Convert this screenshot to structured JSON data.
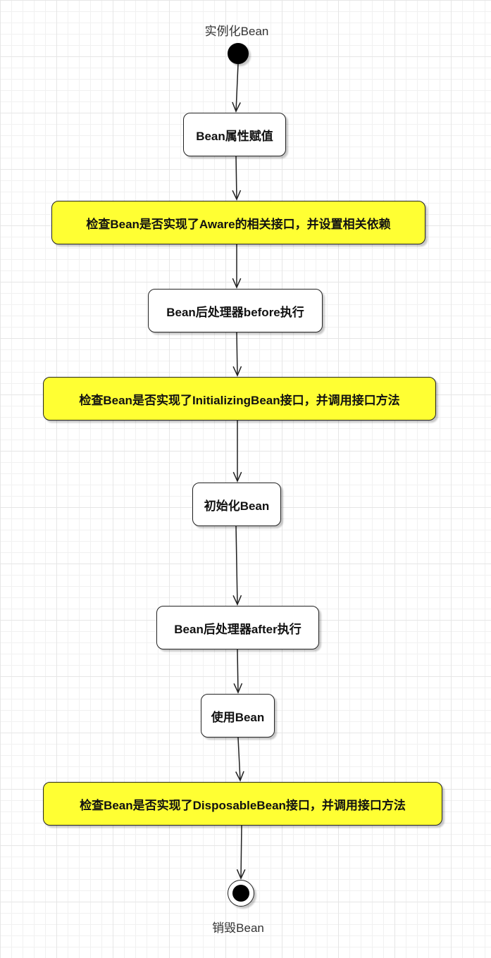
{
  "diagram": {
    "start_label": "实例化Bean",
    "end_label": "销毁Bean",
    "colors": {
      "highlight_fill": "#ffff33",
      "normal_fill": "#ffffff",
      "stroke": "#222222"
    },
    "steps": [
      {
        "text": "Bean属性赋值",
        "style": "normal"
      },
      {
        "text": "检查Bean是否实现了Aware的相关接口，并设置相关依赖",
        "style": "highlight"
      },
      {
        "text": "Bean后处理器before执行",
        "style": "normal"
      },
      {
        "text": "检查Bean是否实现了InitializingBean接口，并调用接口方法",
        "style": "highlight"
      },
      {
        "text": "初始化Bean",
        "style": "normal"
      },
      {
        "text": "Bean后处理器after执行",
        "style": "normal"
      },
      {
        "text": "使用Bean",
        "style": "normal"
      },
      {
        "text": "检查Bean是否实现了DisposableBean接口，并调用接口方法",
        "style": "highlight"
      }
    ]
  }
}
